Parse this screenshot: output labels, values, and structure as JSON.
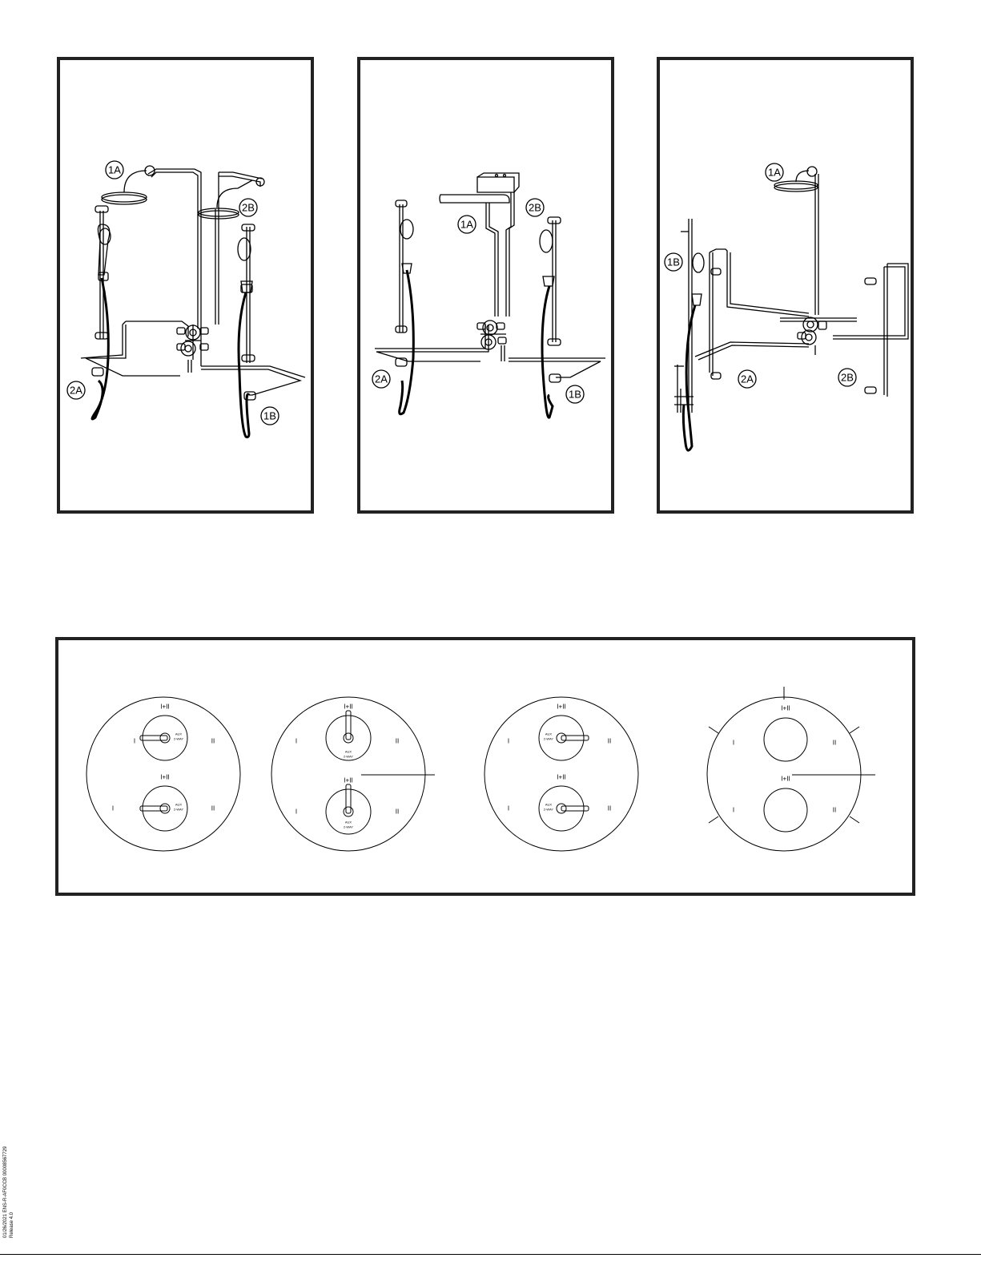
{
  "panels": [
    {
      "callouts": {
        "top_shower": "1A",
        "second_shower": "2B",
        "left_handshower": "2A",
        "right_handshower": "1B"
      }
    },
    {
      "callouts": {
        "top_shower": "1A",
        "second_shower": "2B",
        "left_handshower": "2A",
        "right_handshower": "1B"
      }
    },
    {
      "callouts": {
        "top_shower": "1A",
        "handshower": "1B",
        "body_spray_left": "2A",
        "body_spray_right": "2B"
      }
    }
  ],
  "trims": {
    "position_top": "I+II",
    "position_left": "I",
    "position_right": "II",
    "dial_marking_line1": "AUX",
    "dial_marking_line2": "2-WAY"
  },
  "document_id": {
    "line1": "01/26/2021 ENS-R-AF0CCB 00008567729",
    "line2": "Release 4.0"
  }
}
